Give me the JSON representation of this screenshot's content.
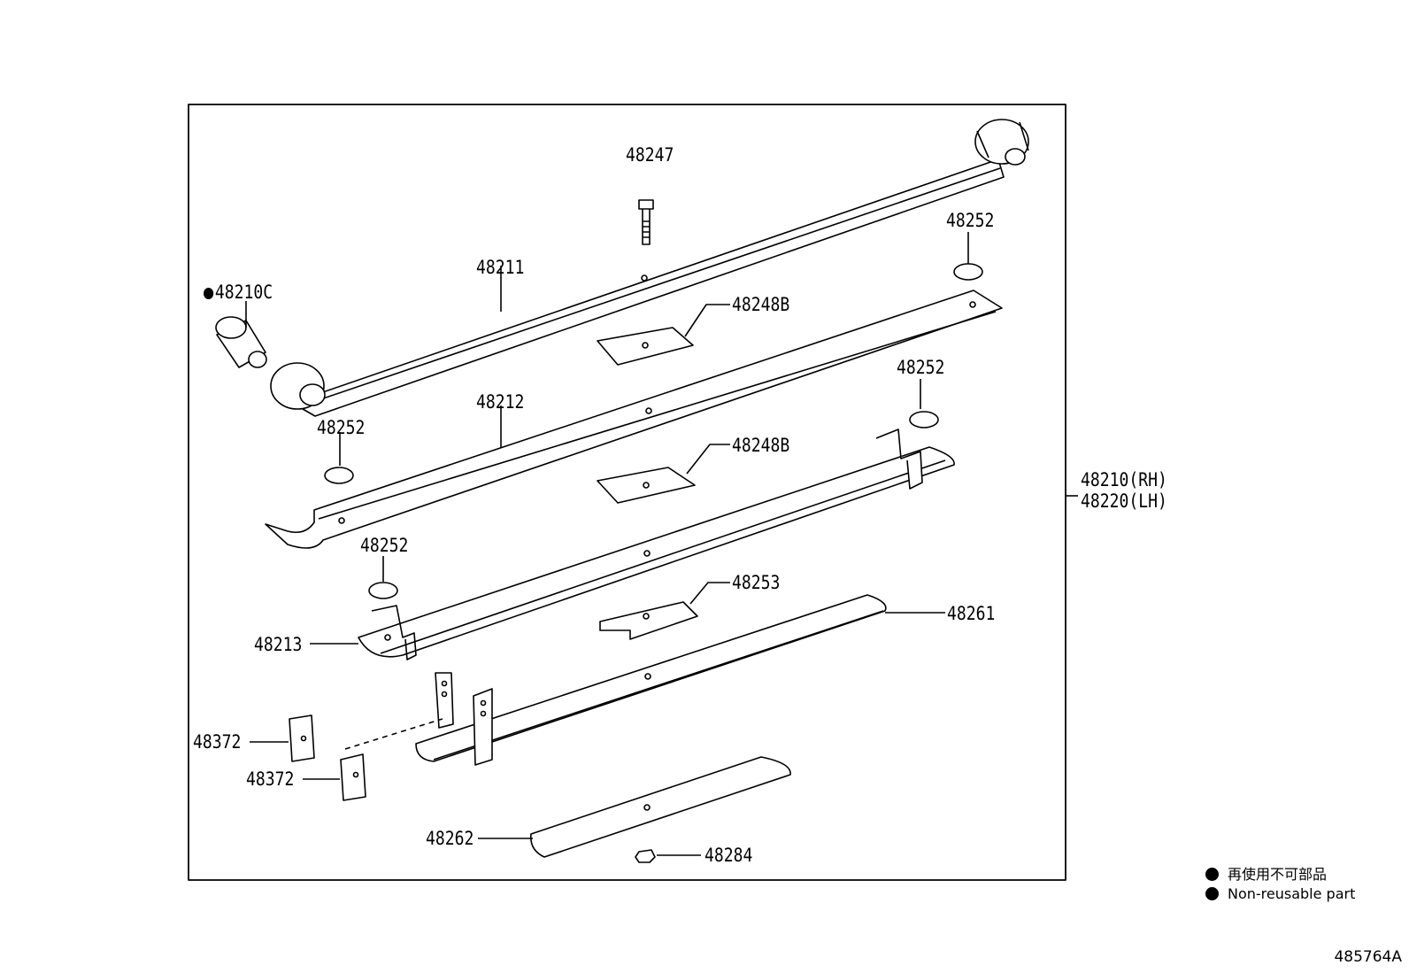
{
  "labels": {
    "p48247": "48247",
    "p48252_top": "48252",
    "p48211": "48211",
    "p48210c": "48210C",
    "p48248b_1": "48248B",
    "p48212": "48212",
    "p48252_right": "48252",
    "p48252_left": "48252",
    "p48248b_2": "48248B",
    "p48252_mid": "48252",
    "p48253": "48253",
    "p48261": "48261",
    "p48213": "48213",
    "p48372_1": "48372",
    "p48372_2": "48372",
    "p48262": "48262",
    "p48284": "48284",
    "assembly_rh": "48210(RH)",
    "assembly_lh": "48220(LH)"
  },
  "legend": {
    "japanese": "再使用不可部品",
    "english": "Non-reusable part"
  },
  "diagram_id": "485764A"
}
